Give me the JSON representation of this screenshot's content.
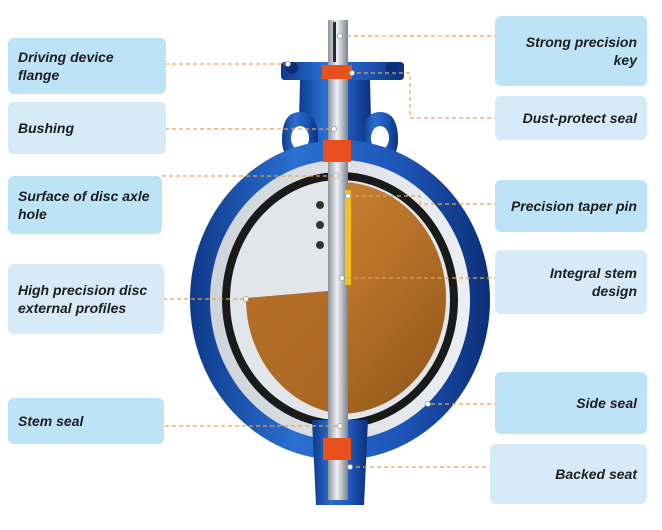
{
  "labels": {
    "driving_device_flange": "Driving device\nflange",
    "bushing": "Bushing",
    "surface_of_disc_axle_hole": "Surface of disc axle\nhole",
    "high_precision_disc_external_profiles": "High precision disc\nexternal profiles",
    "stem_seal": "Stem seal",
    "strong_precision_key": "Strong precision\nkey",
    "dust_protect_seal": "Dust-protect seal",
    "precision_taper_pin": "Precision taper pin",
    "integral_stem_design": "Integral stem\ndesign",
    "side_seal": "Side seal",
    "backed_seat": "Backed seat"
  },
  "colors": {
    "label_box": "#d6eaf7",
    "body_blue": "#1e56b8",
    "disc_bronze": "#b8732a",
    "seat_black": "#1a1a1a",
    "stem_silver": "#c9ced6",
    "bushing_orange": "#e8501e",
    "leader_line": "#e6a35a"
  }
}
